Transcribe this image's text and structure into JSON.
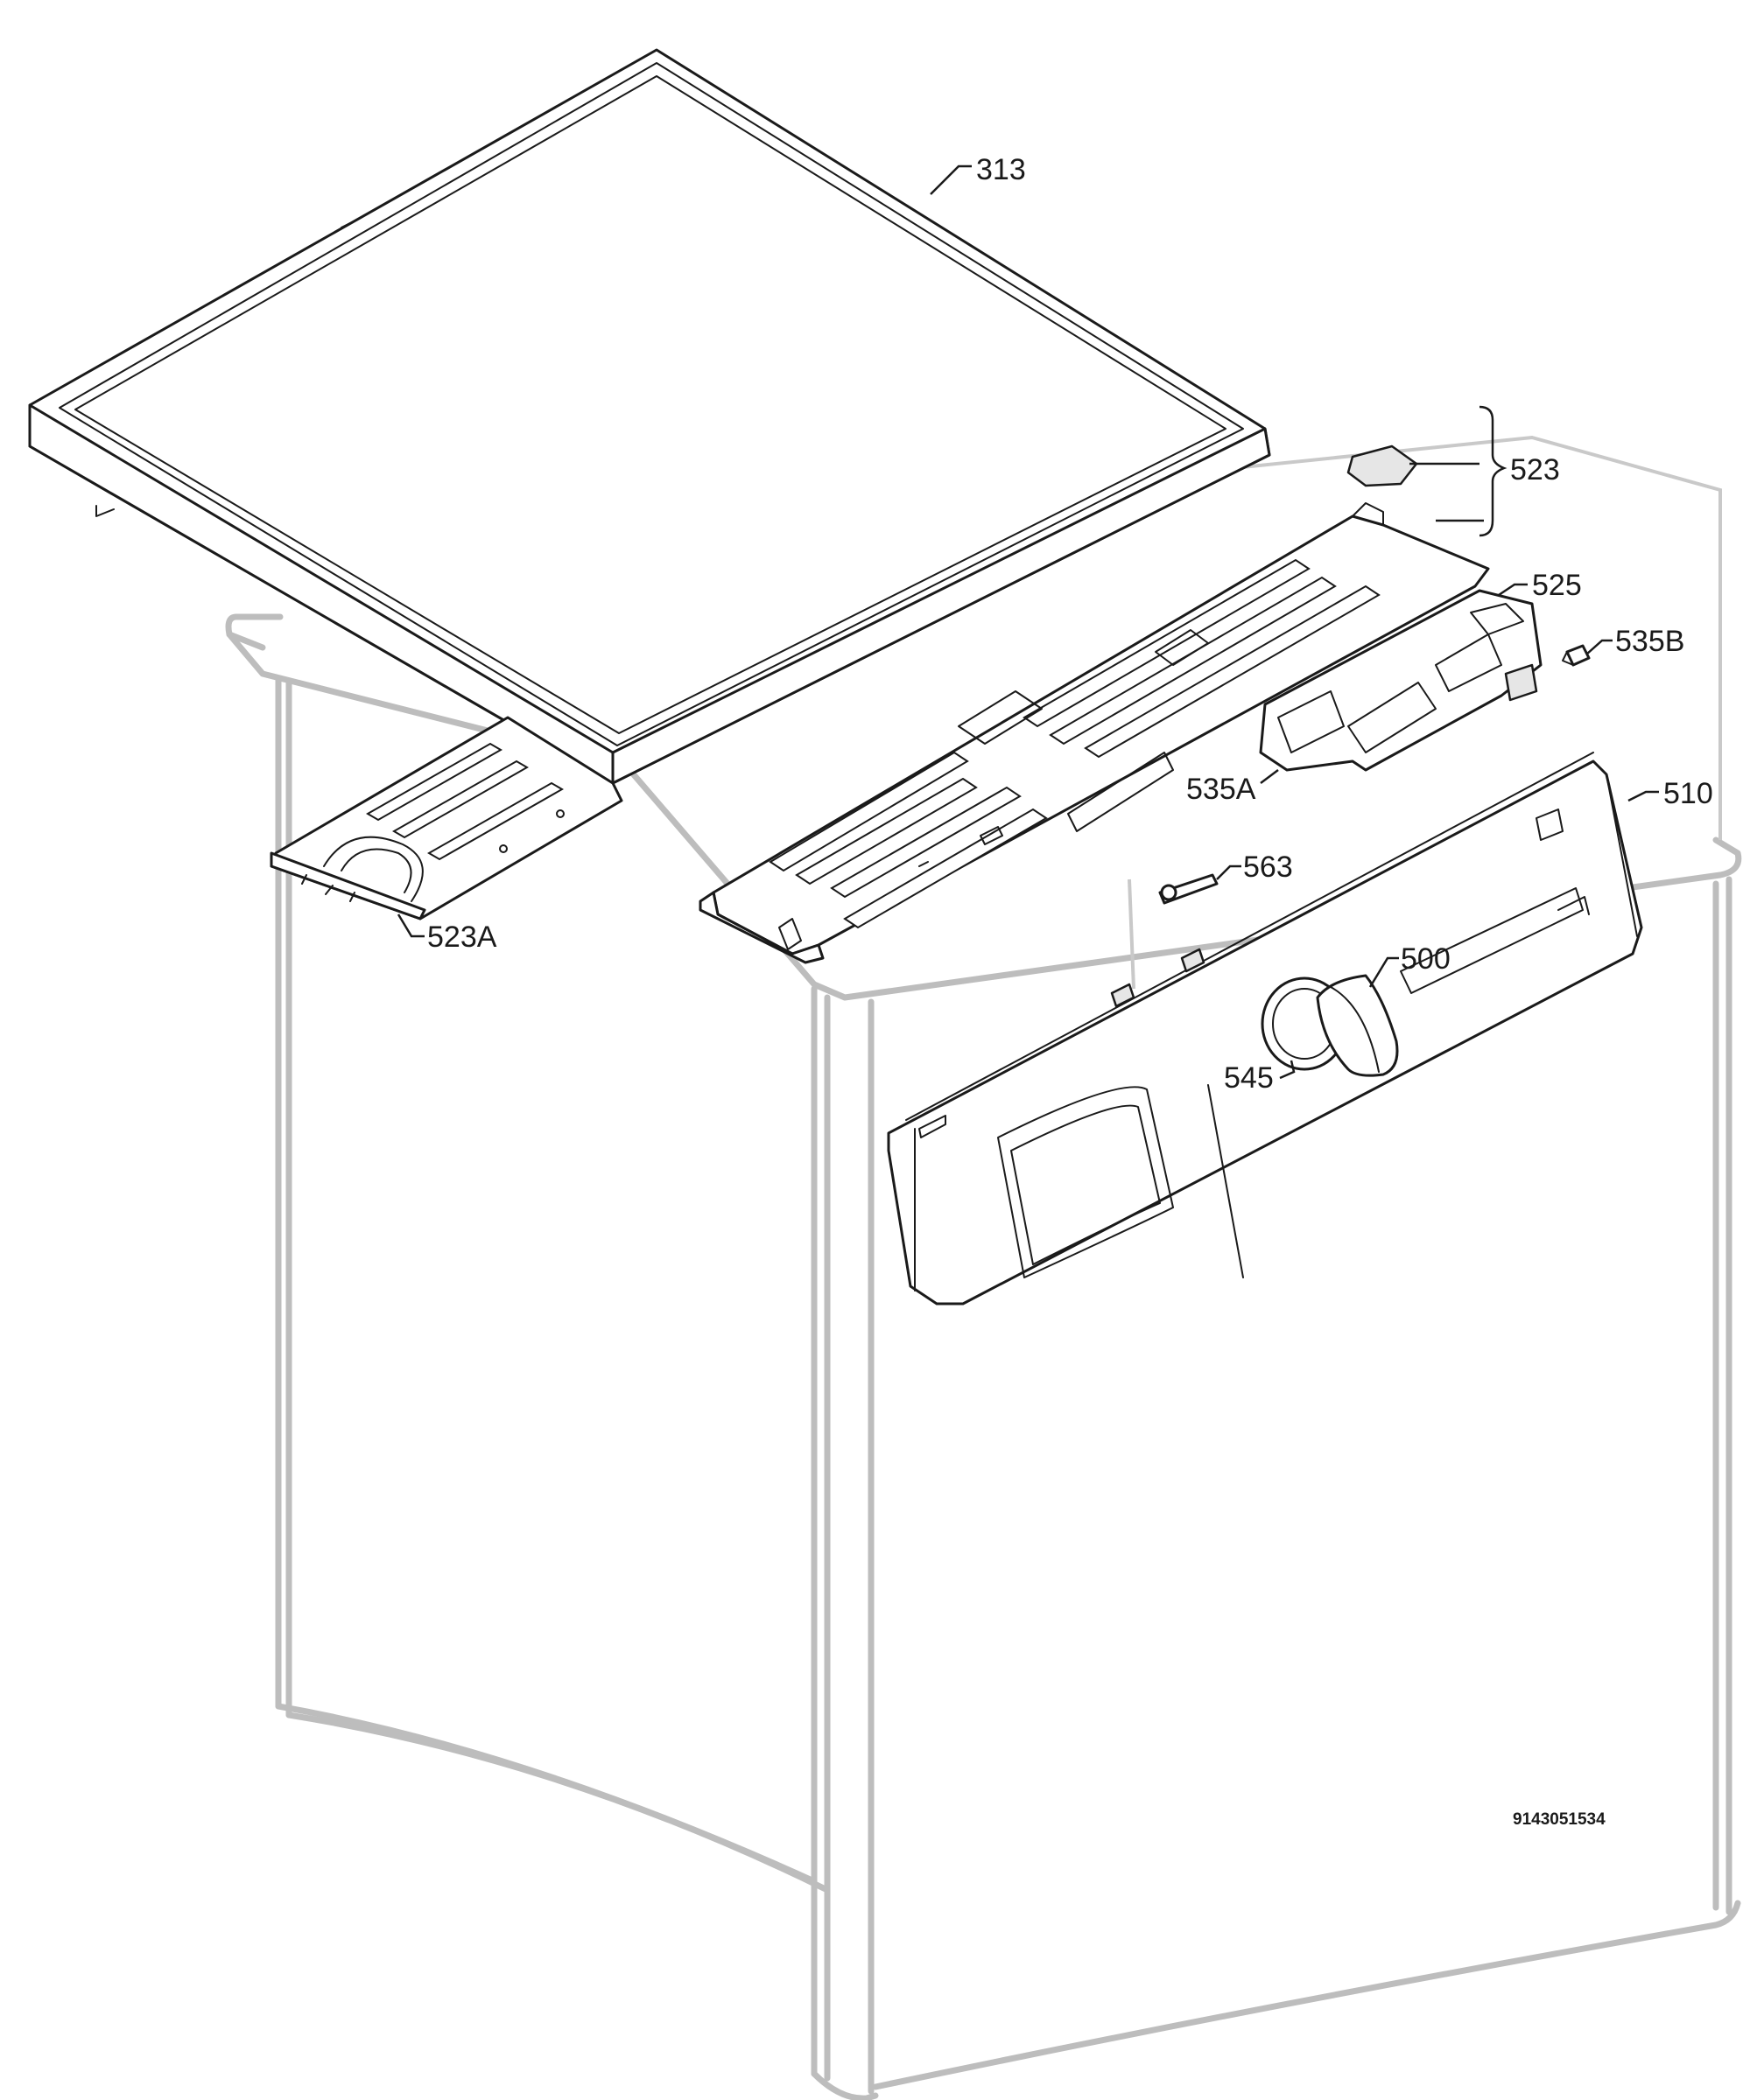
{
  "labels": {
    "top_cover": "313",
    "screws": "523",
    "control_panel_rear_bracket": "523A",
    "bracket": "525",
    "pcb_a": "535A",
    "pcb_b": "535B",
    "control_panel": "510",
    "led_lens": "563",
    "knob": "500",
    "knob_ring": "545"
  },
  "drawing_number": "9143051534"
}
